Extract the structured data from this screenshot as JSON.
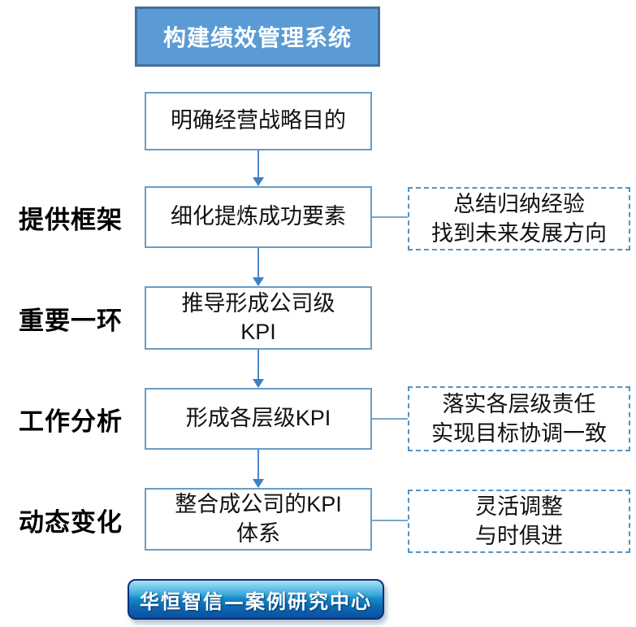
{
  "colors": {
    "title_fill": "#5B9BD5",
    "title_border": "#41719C",
    "flow_box_border": "#6A9CC5",
    "arrow": "#4A87C8",
    "connector": "#7BA7C9",
    "dashed_border": "#4F93C8",
    "banner_gradient_top": "#45C0E8",
    "banner_gradient_bottom": "#0A4FA0",
    "banner_border": "#0C2F7A",
    "text_dark": "#111111",
    "text_light": "#FFFFFF"
  },
  "title_box": {
    "text": "构建绩效管理系统"
  },
  "flow_boxes": [
    {
      "lines": [
        "明确经营战略目的"
      ]
    },
    {
      "lines": [
        "细化提炼成功要素"
      ]
    },
    {
      "lines": [
        "推导形成公司级",
        "KPI"
      ]
    },
    {
      "lines": [
        "形成各层级KPI"
      ]
    },
    {
      "lines": [
        "整合成公司的KPI",
        "体系"
      ]
    }
  ],
  "side_labels": [
    {
      "text": "提供框架"
    },
    {
      "text": "重要一环"
    },
    {
      "text": "工作分析"
    },
    {
      "text": "动态变化"
    }
  ],
  "side_notes": [
    {
      "lines": [
        "总结归纳经验",
        "找到未来发展方向"
      ]
    },
    {
      "lines": [
        "落实各层级责任",
        "实现目标协调一致"
      ]
    },
    {
      "lines": [
        "灵活调整",
        "与时俱进"
      ]
    }
  ],
  "footer_banner": {
    "text": "华恒智信—案例研究中心"
  }
}
